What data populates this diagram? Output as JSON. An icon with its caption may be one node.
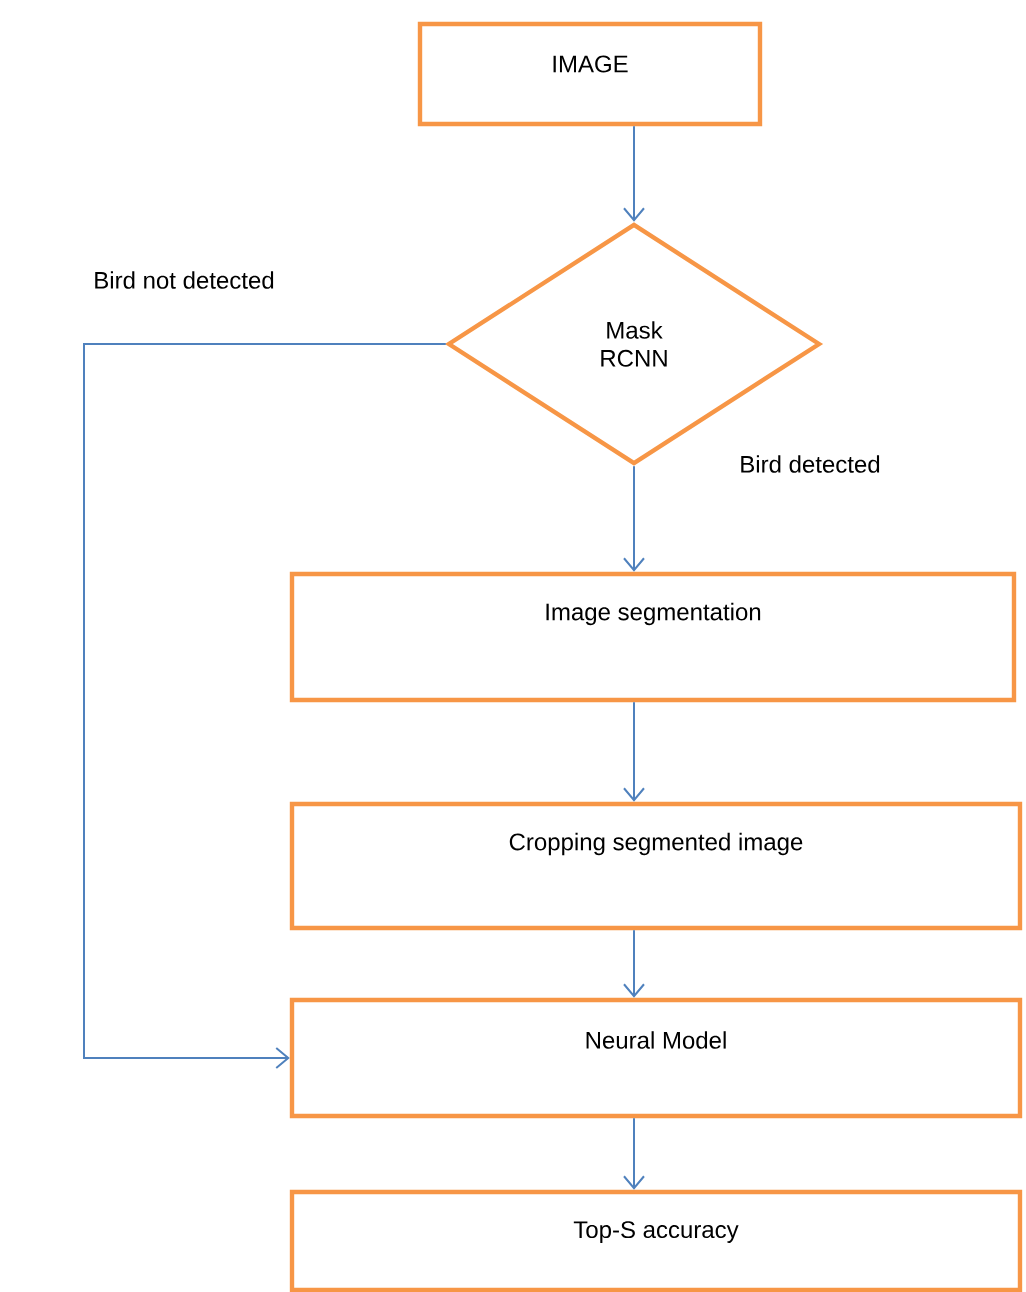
{
  "diagram": {
    "nodes": [
      {
        "text": [
          "IMAGE"
        ]
      },
      {
        "text": [
          "Mask RCNN"
        ]
      },
      {
        "text": [
          "Image segmentation"
        ]
      },
      {
        "text": [
          "Cropping segmented image"
        ]
      },
      {
        "text": [
          "Neural Model"
        ]
      },
      {
        "text": [
          "Top-S accuracy"
        ]
      }
    ],
    "edges": [
      {
        "from": 0,
        "to": 1,
        "arrow": "to"
      },
      {
        "from": 1,
        "to": 4,
        "arrow": "to",
        "label": "Bird not detected"
      },
      {
        "from": 1,
        "to": 2,
        "arrow": "to",
        "label": "Bird detected"
      },
      {
        "from": 2,
        "to": 3,
        "arrow": "to"
      },
      {
        "from": 3,
        "to": 4,
        "arrow": "to"
      },
      {
        "from": 4,
        "to": 5,
        "arrow": "to"
      }
    ]
  }
}
